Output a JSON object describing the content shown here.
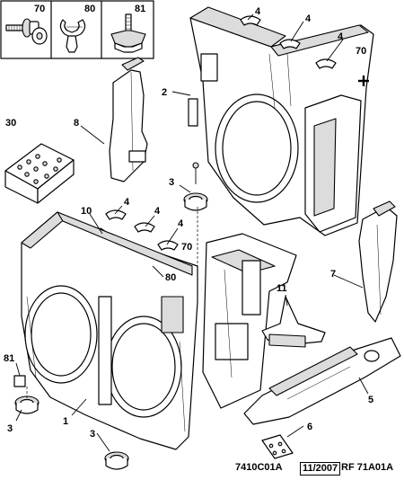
{
  "inset_boxes": [
    {
      "label": "70",
      "icon": "bolt-with-washer-icon"
    },
    {
      "label": "80",
      "icon": "cable-clip-icon"
    },
    {
      "label": "81",
      "icon": "stud-clip-icon"
    }
  ],
  "callouts": {
    "c1": "1",
    "c2": "2",
    "c3a": "3",
    "c3b": "3",
    "c3c": "3",
    "c4a": "4",
    "c4b": "4",
    "c4c": "4",
    "c4d": "4",
    "c4e": "4",
    "c4f": "4",
    "c5": "5",
    "c6": "6",
    "c7": "7",
    "c8": "8",
    "c10": "10",
    "c11": "11",
    "c30": "30",
    "c70a": "70",
    "c70b": "70",
    "c80": "80",
    "c81": "81"
  },
  "footer": {
    "code": "7410C01A",
    "date": "11/2007",
    "ref": "RF 71A01A"
  }
}
